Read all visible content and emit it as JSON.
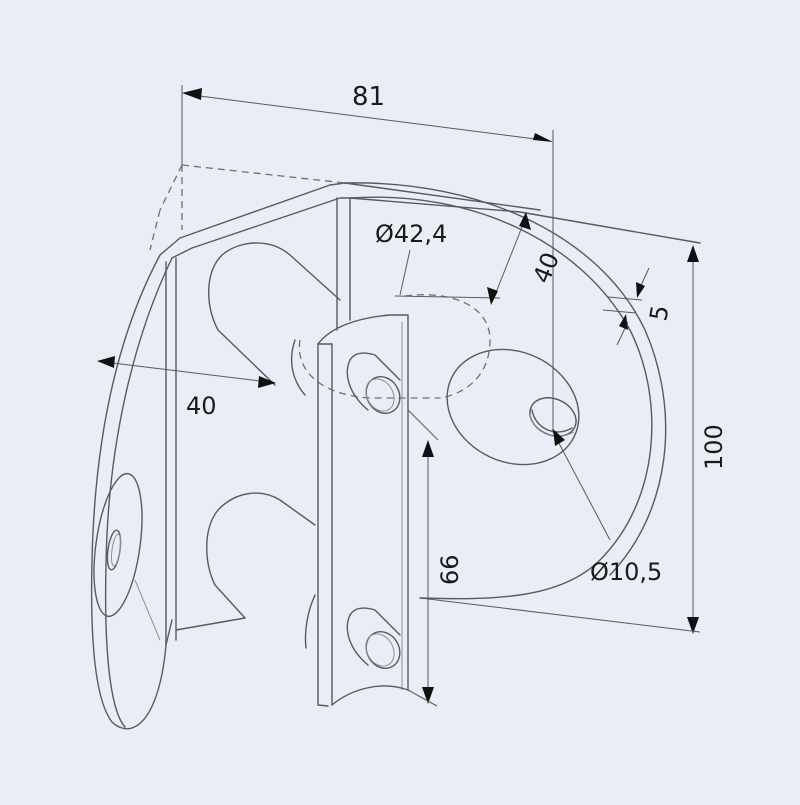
{
  "drawing": {
    "title": "Wall-mount tube bracket technical drawing",
    "background_color": "#e9eef6",
    "line_color": "#555b62",
    "dimensions": {
      "overall_width": "81",
      "tube_diameter": "Ø42,4",
      "saddle_depth": "40",
      "plate_thickness": "5",
      "plate_height": "100",
      "standoff_depth": "40",
      "bolt_hole_diameter": "Ø10,5",
      "clamp_height": "66"
    }
  }
}
